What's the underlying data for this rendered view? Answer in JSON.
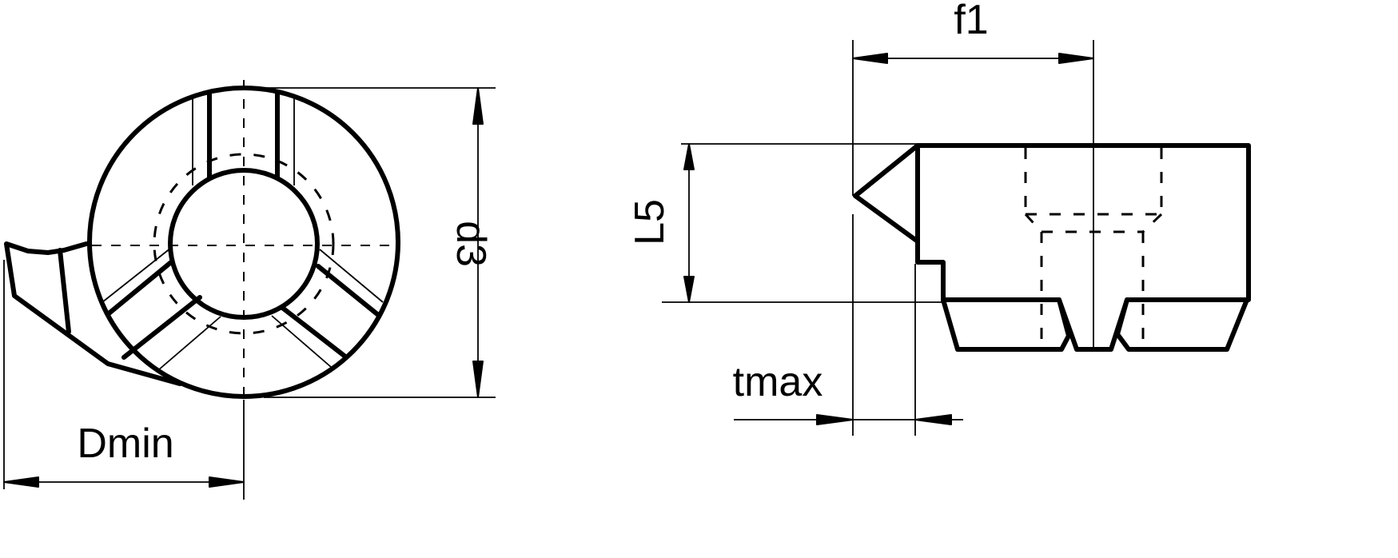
{
  "labels": {
    "d3": "d3",
    "dmin": "Dmin",
    "f1": "f1",
    "l5": "L5",
    "tmax": "tmax"
  },
  "colors": {
    "line": "#000000",
    "background": "#ffffff"
  }
}
